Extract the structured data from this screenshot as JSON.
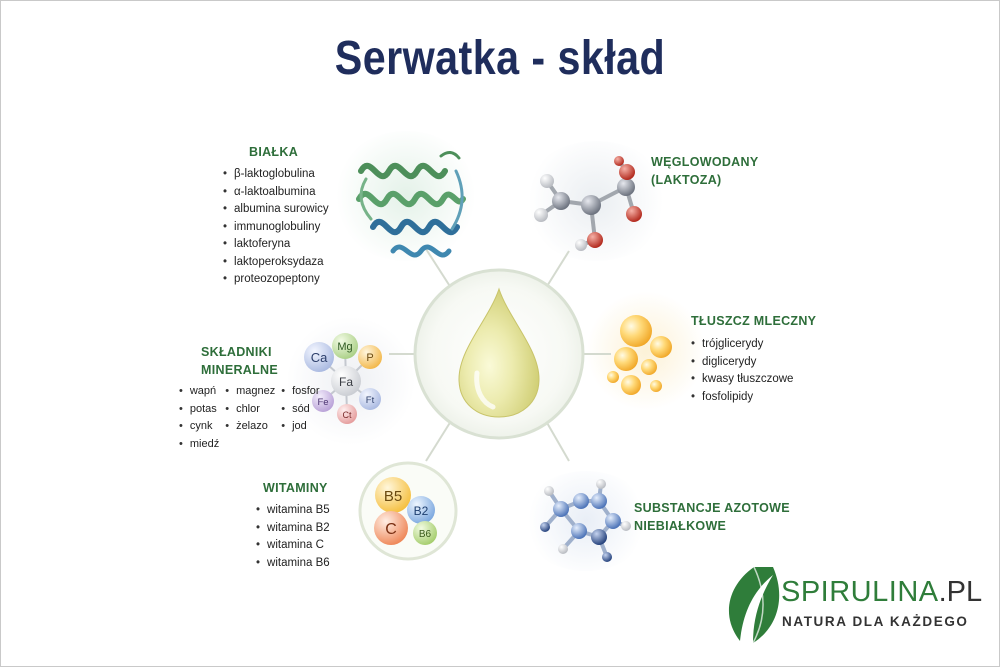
{
  "title": "Serwatka - skład",
  "sections": {
    "proteins": {
      "title": "BIAŁKA",
      "items": [
        "β-laktoglobulina",
        "α-laktoalbumina",
        "albumina surowicy",
        "immunoglobuliny",
        "laktoferyna",
        "laktoperoksydaza",
        "proteozopeptony"
      ]
    },
    "carbs": {
      "title_line1": "WĘGLOWODANY",
      "title_line2": "(LAKTOZA)"
    },
    "fats": {
      "title": "TŁUSZCZ MLECZNY",
      "items": [
        "trójglicerydy",
        "diglicerydy",
        "kwasy tłuszczowe",
        "fosfolipidy"
      ]
    },
    "minerals": {
      "title_line1": "SKŁADNIKI",
      "title_line2": "MINERALNE",
      "items": [
        "wapń",
        "magnez",
        "fosfor",
        "potas",
        "chlor",
        "sód",
        "cynk",
        "żelazo",
        "jod",
        "miedź"
      ],
      "spheres": [
        "Ca",
        "Mg",
        "P",
        "Fa",
        "Fe",
        "Ct",
        "Ft"
      ]
    },
    "vitamins": {
      "title": "WITAMINY",
      "items": [
        "witamina B5",
        "witamina B2",
        "witamina C",
        "witamina B6"
      ],
      "spheres": [
        "B5",
        "B2",
        "C",
        "B6"
      ]
    },
    "nitrogen": {
      "title_line1": "SUBSTANCJE AZOTOWE",
      "title_line2": "NIEBIAŁKOWE"
    }
  },
  "logo": {
    "brand": "SPIRULINA",
    "domain": ".PL",
    "tagline": "NATURA DLA KAŻDEGO"
  },
  "colors": {
    "title": "#1f2d5c",
    "section_title": "#2e6e3a",
    "logo_green": "#2f7d3a",
    "drop": "#e6e39a"
  }
}
